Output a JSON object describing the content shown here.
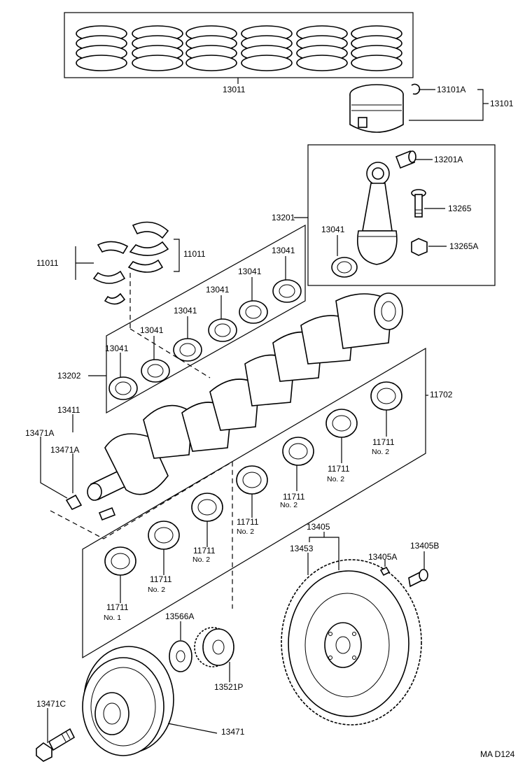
{
  "labels": {
    "piston_ring_set": "13011",
    "snap_ring": "13101A",
    "piston": "13101",
    "pin_bushing": "13201A",
    "connecting_rod": "13201",
    "rod_bolt": "13265",
    "rod_nut": "13265A",
    "rod_bearing_in_box": "13041",
    "thrust_washer_upper": "11011",
    "thrust_washer_lower": "11011",
    "rod_bearing_1": "13041",
    "rod_bearing_2": "13041",
    "rod_bearing_3": "13041",
    "rod_bearing_4": "13041",
    "rod_bearing_5": "13041",
    "rod_bearing_6": "13041",
    "rod_bearing_set": "13202",
    "main_bearing_set": "11702",
    "crankshaft": "13411",
    "crank_key_a": "13471A",
    "crank_key_b": "13471A",
    "main_bearing_a": "11711",
    "main_bearing_a_no": "No. 2",
    "main_bearing_b": "11711",
    "main_bearing_b_no": "No. 2",
    "main_bearing_c": "11711",
    "main_bearing_c_no": "No. 2",
    "main_bearing_d": "11711",
    "main_bearing_d_no": "No. 2",
    "main_bearing_e": "11711",
    "main_bearing_e_no": "No. 2",
    "main_bearing_f": "11711",
    "main_bearing_f_no": "No. 2",
    "main_bearing_g": "11711",
    "main_bearing_g_no": "No. 1",
    "flywheel": "13405",
    "ring_gear": "13453",
    "flywheel_pin": "13405A",
    "flywheel_bolt": "13405B",
    "crank_washer": "13566A",
    "timing_pulley": "13521P",
    "pulley_bolt": "13471C",
    "crank_pulley": "13471",
    "figure_id": "MA D124"
  },
  "colors": {
    "ink": "#000000",
    "paper": "#ffffff"
  }
}
